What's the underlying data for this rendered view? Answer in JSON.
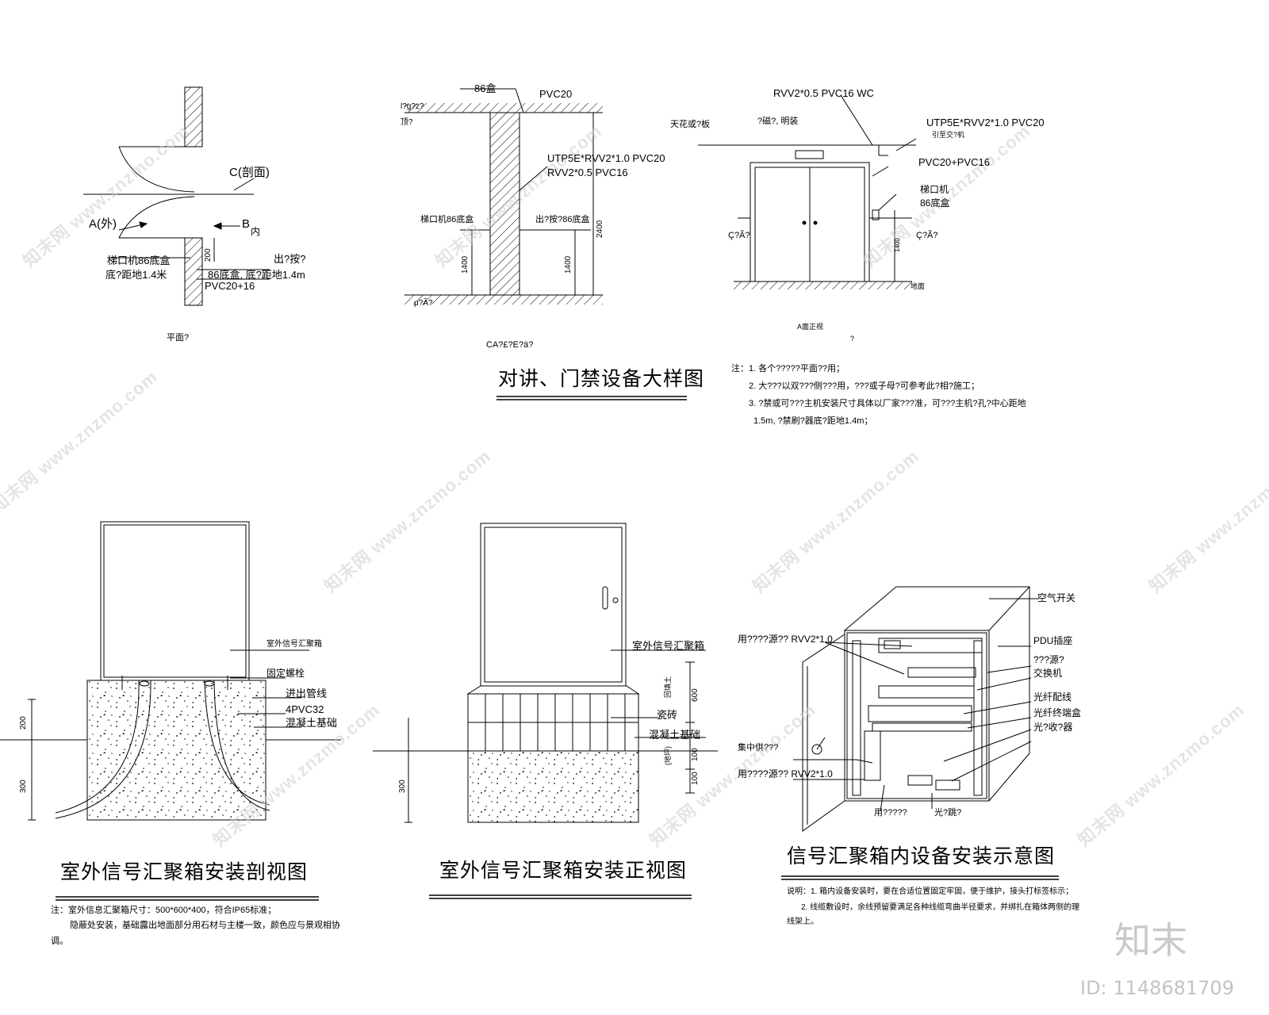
{
  "sheet": {
    "title_intercom": "对讲、门禁设备大样图",
    "title_section": "室外信号汇聚箱安装剖视图",
    "title_front": "室外信号汇聚箱安装正视图",
    "title_inside": "信号汇聚箱内设备安装示意图"
  },
  "intercom_plan": {
    "c_section": "C(剖面)",
    "a_out": "A(外)",
    "b_in": "B",
    "b_in_sub": "内",
    "dim_200": "200",
    "host_box": "梯口机86底盒",
    "host_height": "底?距地1.4米",
    "exit_label": "出?按?",
    "box_86": "86底盒, 底?距地1.4m",
    "pvc": "PVC20+16",
    "caption": "平面?"
  },
  "intercom_section": {
    "box86": "86盒",
    "pvc20": "PVC20",
    "ceiling_top": "l?g?z?",
    "ceiling_sub": "顶?",
    "cable1": "UTP5E*RVV2*1.0 PVC20",
    "cable2": "RVV2*0.5 PVC16",
    "host_box": "梯口机86底盒",
    "exit_box": "出?按?86底盒",
    "dim_2400": "2400",
    "dim_1400_l": "1400",
    "dim_1400_r": "1400",
    "floor": "μ?Ã?",
    "caption": "CA?£?E?ä?"
  },
  "intercom_elevation": {
    "cable_top": "RVV2*0.5 PVC16 WC",
    "ceiling": "天花或?板",
    "lock": "?磁?, 明装",
    "cable_utp": "UTP5E*RVV2*1.0 PVC20",
    "cable_utp_sub": "引至交?机",
    "pvc_combo": "PVC20+PVC16",
    "host": "梯口机",
    "host_box": "86底盒",
    "left_side": "Ç?Ã?",
    "right_side": "Ç?Ã?",
    "dim_1400": "1400",
    "ground": "地面",
    "caption": "A面正视",
    "caption_suffix": "?",
    "notes": [
      "注：1. 各个?????平面??用；",
      "2. 大???以双???侧???用，???或子母?可参考此?相?施工；",
      "3. ?禁或可???主机安装尺寸具体以厂家???准，可???主机?孔?中心距地",
      "1.5m, ?禁刷?器底?距地1.4m；"
    ]
  },
  "section_view": {
    "box": "室外信号汇聚箱",
    "bolt": "固定螺栓",
    "conduit": "进出管线",
    "conduit_spec": "4PVC32",
    "concrete": "混凝土基础",
    "dim_200": "200",
    "dim_300": "300",
    "notes": [
      "注：室外信息汇聚箱尺寸：500*600*400，符合IP65标准；",
      "隐蔽处安装，基础露出地面部分用石材与主楼一致，颜色应与景观相协",
      "调。"
    ]
  },
  "front_view": {
    "box": "室外信号汇聚箱",
    "tile": "瓷砖",
    "concrete": "混凝土基础",
    "dim_600": "600",
    "dim_100": "100",
    "dim_100b": "100",
    "dim_300": "300",
    "side_label_1": "回填土",
    "side_label_2": "(地坪)"
  },
  "inside_view": {
    "air_switch": "空气开关",
    "pdu": "PDU插座",
    "power": "???源?",
    "switch": "交换机",
    "cable_rvv_top": "用????源?? RVV2*1.0",
    "patch": "光纤配线",
    "fiber_box": "光纤终端盒",
    "fiber_transceiver": "光?收?器",
    "central": "集中供???",
    "cable_rvv_bottom": "用????源?? RVV2*1.0",
    "bottom_left": "用?????",
    "bottom_right": "光?跳?",
    "notes": [
      "说明：1. 箱内设备安装时，要在合适位置固定牢固，便于维护，接头打标签标示；",
      "2. 线缆敷设时，余线预留要满足各种线缆弯曲半径要求，并绑扎在箱体两侧的理",
      "线架上。"
    ]
  },
  "branding": {
    "watermark": "知末网 www.znzmo.com",
    "logo": "知末",
    "image_id": "ID: 1148681709"
  }
}
